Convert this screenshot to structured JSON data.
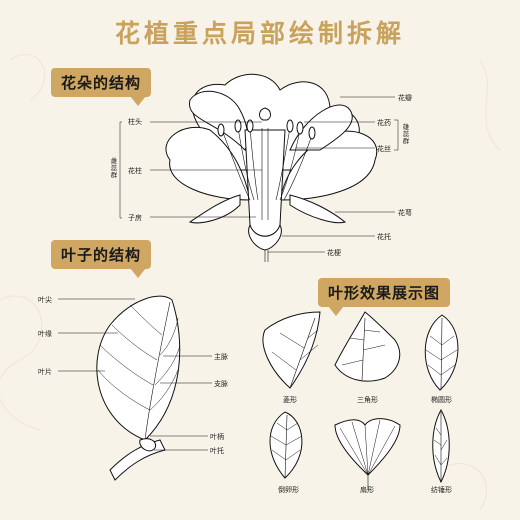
{
  "title": "花植重点局部绘制拆解",
  "sections": {
    "flower": "花朵的结构",
    "leaf": "叶子的结构",
    "shapes": "叶形效果展示图"
  },
  "flower_labels": {
    "stigma": "柱头",
    "style": "花柱",
    "ovary": "子房",
    "pistil": "雌蕊群",
    "petal": "花瓣",
    "anther": "花药",
    "filament": "花丝",
    "stamen": "雄蕊群",
    "sepal": "花萼",
    "receptacle": "花托",
    "pedicel": "花梗"
  },
  "leaf_labels": {
    "apex": "叶尖",
    "margin": "叶缘",
    "blade": "叶片",
    "midrib": "主脉",
    "vein": "支脉",
    "petiole": "叶柄",
    "stipule": "叶托"
  },
  "leaf_shapes": {
    "rhombic": "菱形",
    "triangular": "三角形",
    "elliptic": "椭圆形",
    "obovate": "倒卵形",
    "fan": "扇形",
    "spindle": "纺锤形"
  }
}
